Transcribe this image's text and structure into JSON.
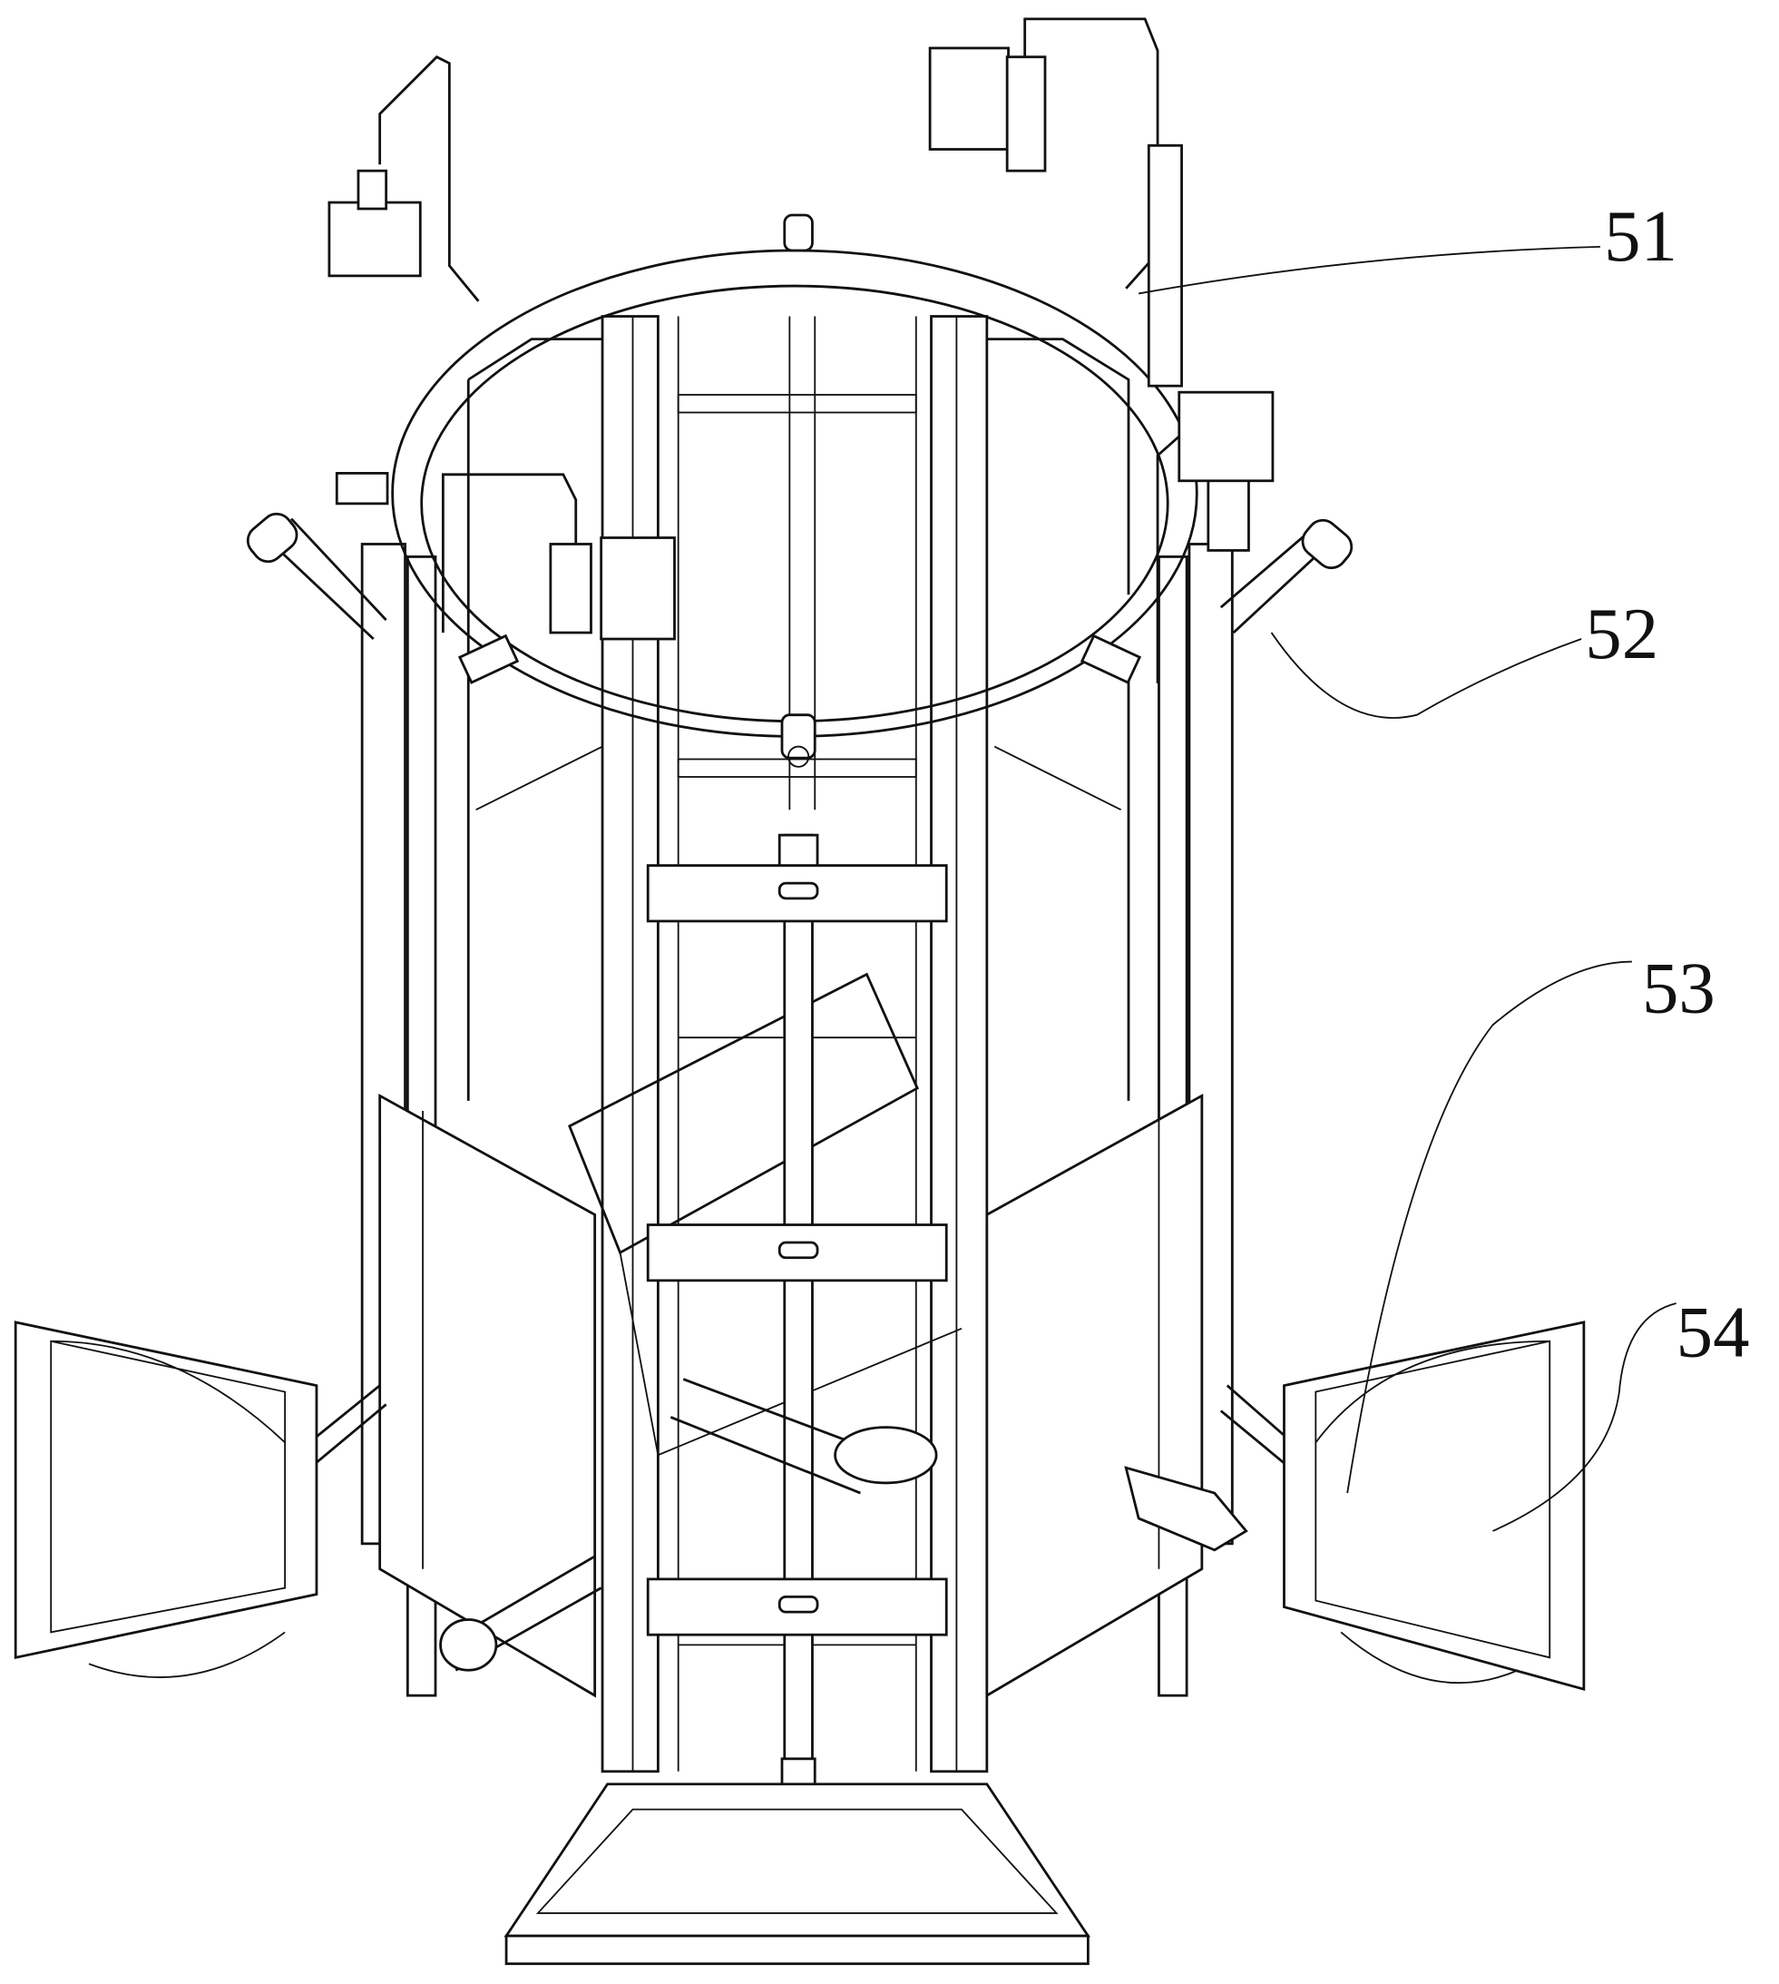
{
  "figure": {
    "callouts": [
      {
        "id": "51",
        "label": "51"
      },
      {
        "id": "52",
        "label": "52"
      },
      {
        "id": "53",
        "label": "53"
      },
      {
        "id": "54",
        "label": "54"
      }
    ]
  }
}
